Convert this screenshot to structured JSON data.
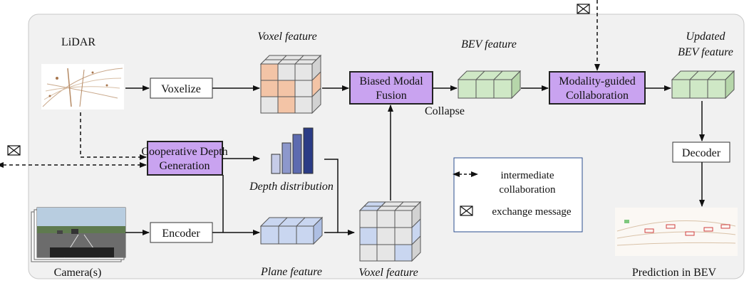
{
  "labels": {
    "lidar": "LiDAR",
    "camera": "Camera(s)",
    "voxel_feature_top": "Voxel feature",
    "bev_feature": "BEV feature",
    "updated_bev_1": "Updated",
    "updated_bev_2": "BEV feature",
    "collapse": "Collapse",
    "depth_distribution": "Depth distribution",
    "plane_feature": "Plane feature",
    "voxel_feature_bottom": "Voxel feature",
    "prediction": "Prediction in BEV"
  },
  "boxes": {
    "voxelize": "Voxelize",
    "encoder": "Encoder",
    "decoder": "Decoder",
    "fusion_1": "Biased Modal",
    "fusion_2": "Fusion",
    "collab_1": "Modality-guided",
    "collab_2": "Collaboration",
    "depth_1": "Cooperative Depth",
    "depth_2": "Generation"
  },
  "legend": {
    "dashed": "intermediate",
    "dashed_2": "collaboration",
    "message": "exchange message"
  },
  "colors": {
    "module_fill": "#c9a3f0",
    "orange": "#f3c4a6",
    "green": "#cfe8c6",
    "blue": "#c9d6f0",
    "depth_bars": [
      "#c6cce8",
      "#8d98cc",
      "#5d6bb0",
      "#2a3b85"
    ]
  }
}
